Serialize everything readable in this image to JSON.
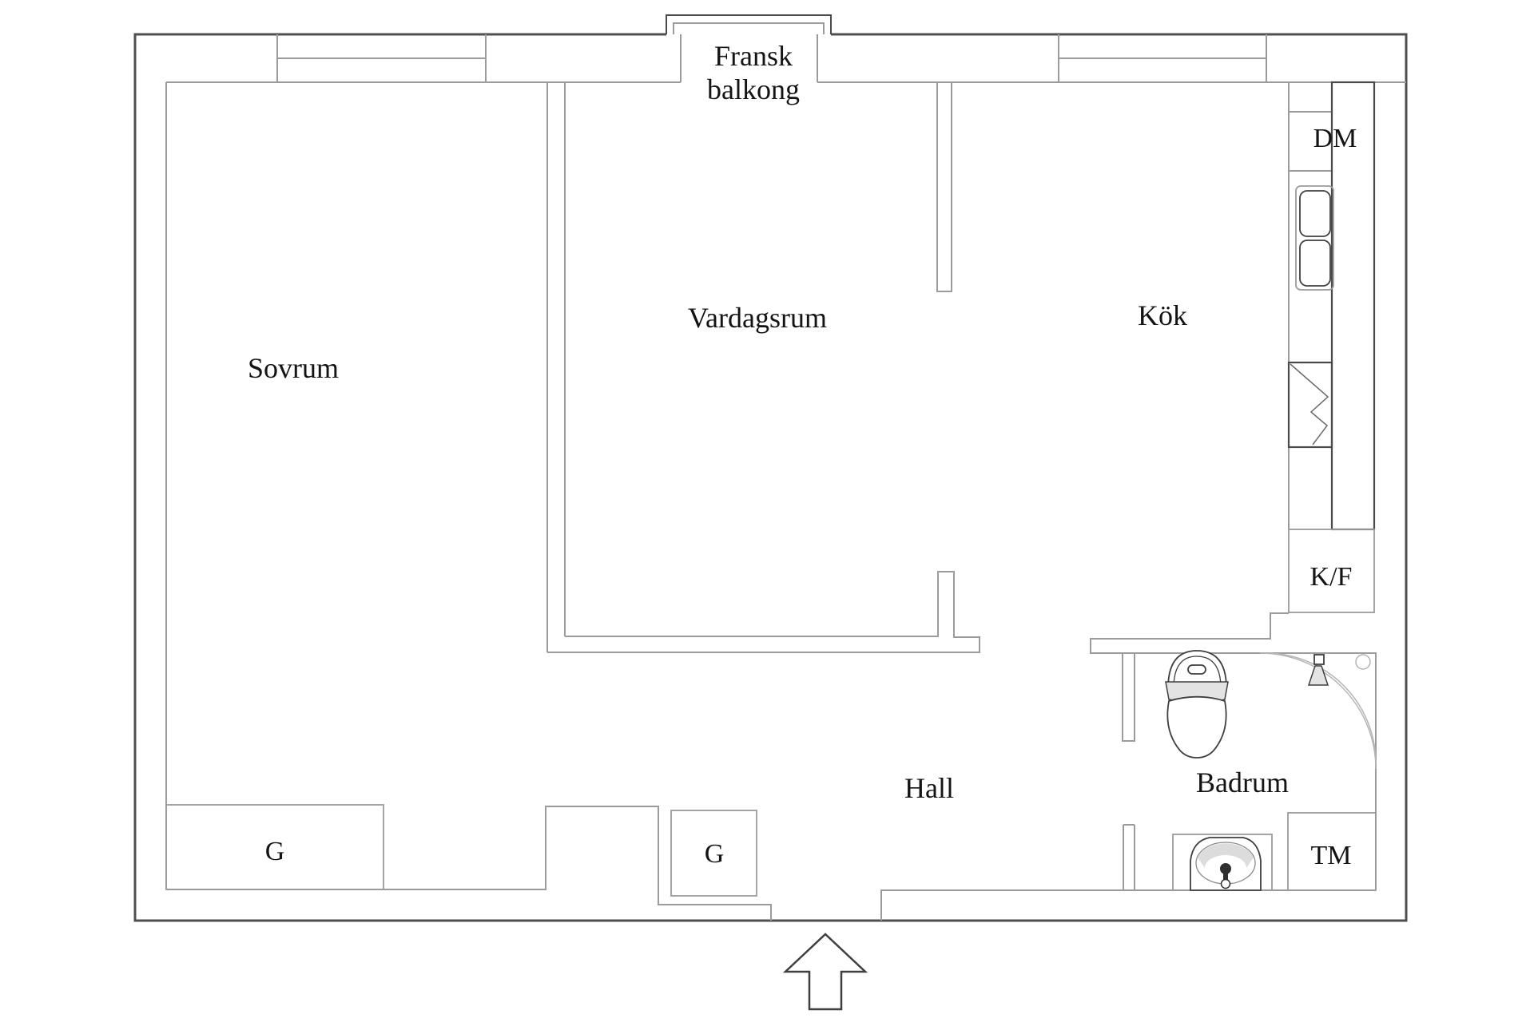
{
  "plan": {
    "type": "apartment-floor-plan",
    "colors": {
      "exterior_wall": "#4f4f4f",
      "interior_line": "#9b9b9b",
      "fixture_line": "#3f3f3f",
      "label_text": "#141414",
      "background": "#ffffff"
    },
    "balcony": {
      "label_line1": "Fransk",
      "label_line2": "balkong"
    },
    "rooms": {
      "sovrum": {
        "label": "Sovrum"
      },
      "vardagsrum": {
        "label": "Vardagsrum"
      },
      "kok": {
        "label": "Kök"
      },
      "hall": {
        "label": "Hall"
      },
      "badrum": {
        "label": "Badrum"
      }
    },
    "fixtures": {
      "dishwasher": {
        "label": "DM"
      },
      "fridge_freezer": {
        "label": "K/F"
      },
      "washing_machine": {
        "label": "TM"
      },
      "wardrobe_left": {
        "label": "G"
      },
      "wardrobe_middle": {
        "label": "G"
      }
    }
  }
}
